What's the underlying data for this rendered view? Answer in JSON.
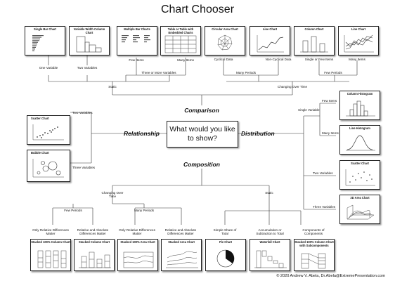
{
  "title": "Chart Chooser",
  "question": "What would you like to show?",
  "categories": {
    "comparison": "Comparison",
    "relationship": "Relationship",
    "distribution": "Distribution",
    "composition": "Composition"
  },
  "comparison": {
    "static": "Static",
    "changing_over_time": "Changing Over Time",
    "one_variable": "One Variable",
    "two_variables": "Two Variables",
    "few_items": "Few Items",
    "many_items": "Many Items",
    "three_or_more_variables": "Three or More Variables",
    "cyclical_data": "Cyclical Data",
    "non_cyclical_data": "Non-Cyclical Data",
    "single_or_few_items": "Single or Few Items",
    "many_items_right": "Many Items",
    "many_periods": "Many Periods",
    "few_periods": "Few Periods",
    "charts": {
      "single_bar": "Single Bar Chart",
      "variable_width_column": "Variable Width Column Chart",
      "multiple_bar": "Multiple Bar Charts",
      "table_embedded": "Table or Table with Embedded Charts",
      "circular_area": "Circular Area Chart",
      "line_1": "Line Chart",
      "column": "Column Chart",
      "line_2": "Line Chart"
    }
  },
  "relationship": {
    "two_variables": "Two Variables",
    "three_variables": "Three Variables",
    "charts": {
      "scatter": "Scatter Chart",
      "bubble": "Bubble Chart"
    }
  },
  "distribution": {
    "single_variable": "Single Variable",
    "few_items": "Few Items",
    "many_items": "Many Items",
    "two_variables": "Two Variables",
    "three_variables": "Three Variables",
    "charts": {
      "column_histogram": "Column Histogram",
      "line_histogram": "Line Histogram",
      "scatter": "Scatter Chart",
      "area_3d": "3D Area Chart"
    }
  },
  "composition": {
    "changing_over_time": "Changing Over Time",
    "static": "Static",
    "few_periods": "Few Periods",
    "many_periods": "Many Periods",
    "only_relative_1": "Only Relative Differences Matter",
    "relative_absolute_1": "Relative and Absolute Differences Matter",
    "only_relative_2": "Only Relative Differences Matter",
    "relative_absolute_2": "Relative and Absolute Differences Matter",
    "simple_share": "Simple Share of Total",
    "accumulation": "Accumulation or Subtraction to Total",
    "components": "Components of Components",
    "charts": {
      "stacked_100_column": "Stacked 100% Column Chart",
      "stacked_column": "Stacked Column Chart",
      "stacked_100_area": "Stacked 100% Area Chart",
      "stacked_area": "Stacked Area Chart",
      "pie": "Pie Chart",
      "waterfall": "Waterfall Chart",
      "stacked_100_subcomponents": "Stacked 100% Column Chart with Subcomponents"
    }
  },
  "footer": "© 2020  Andrew V. Abela, Dr.Abela@ExtremePresentation.com"
}
